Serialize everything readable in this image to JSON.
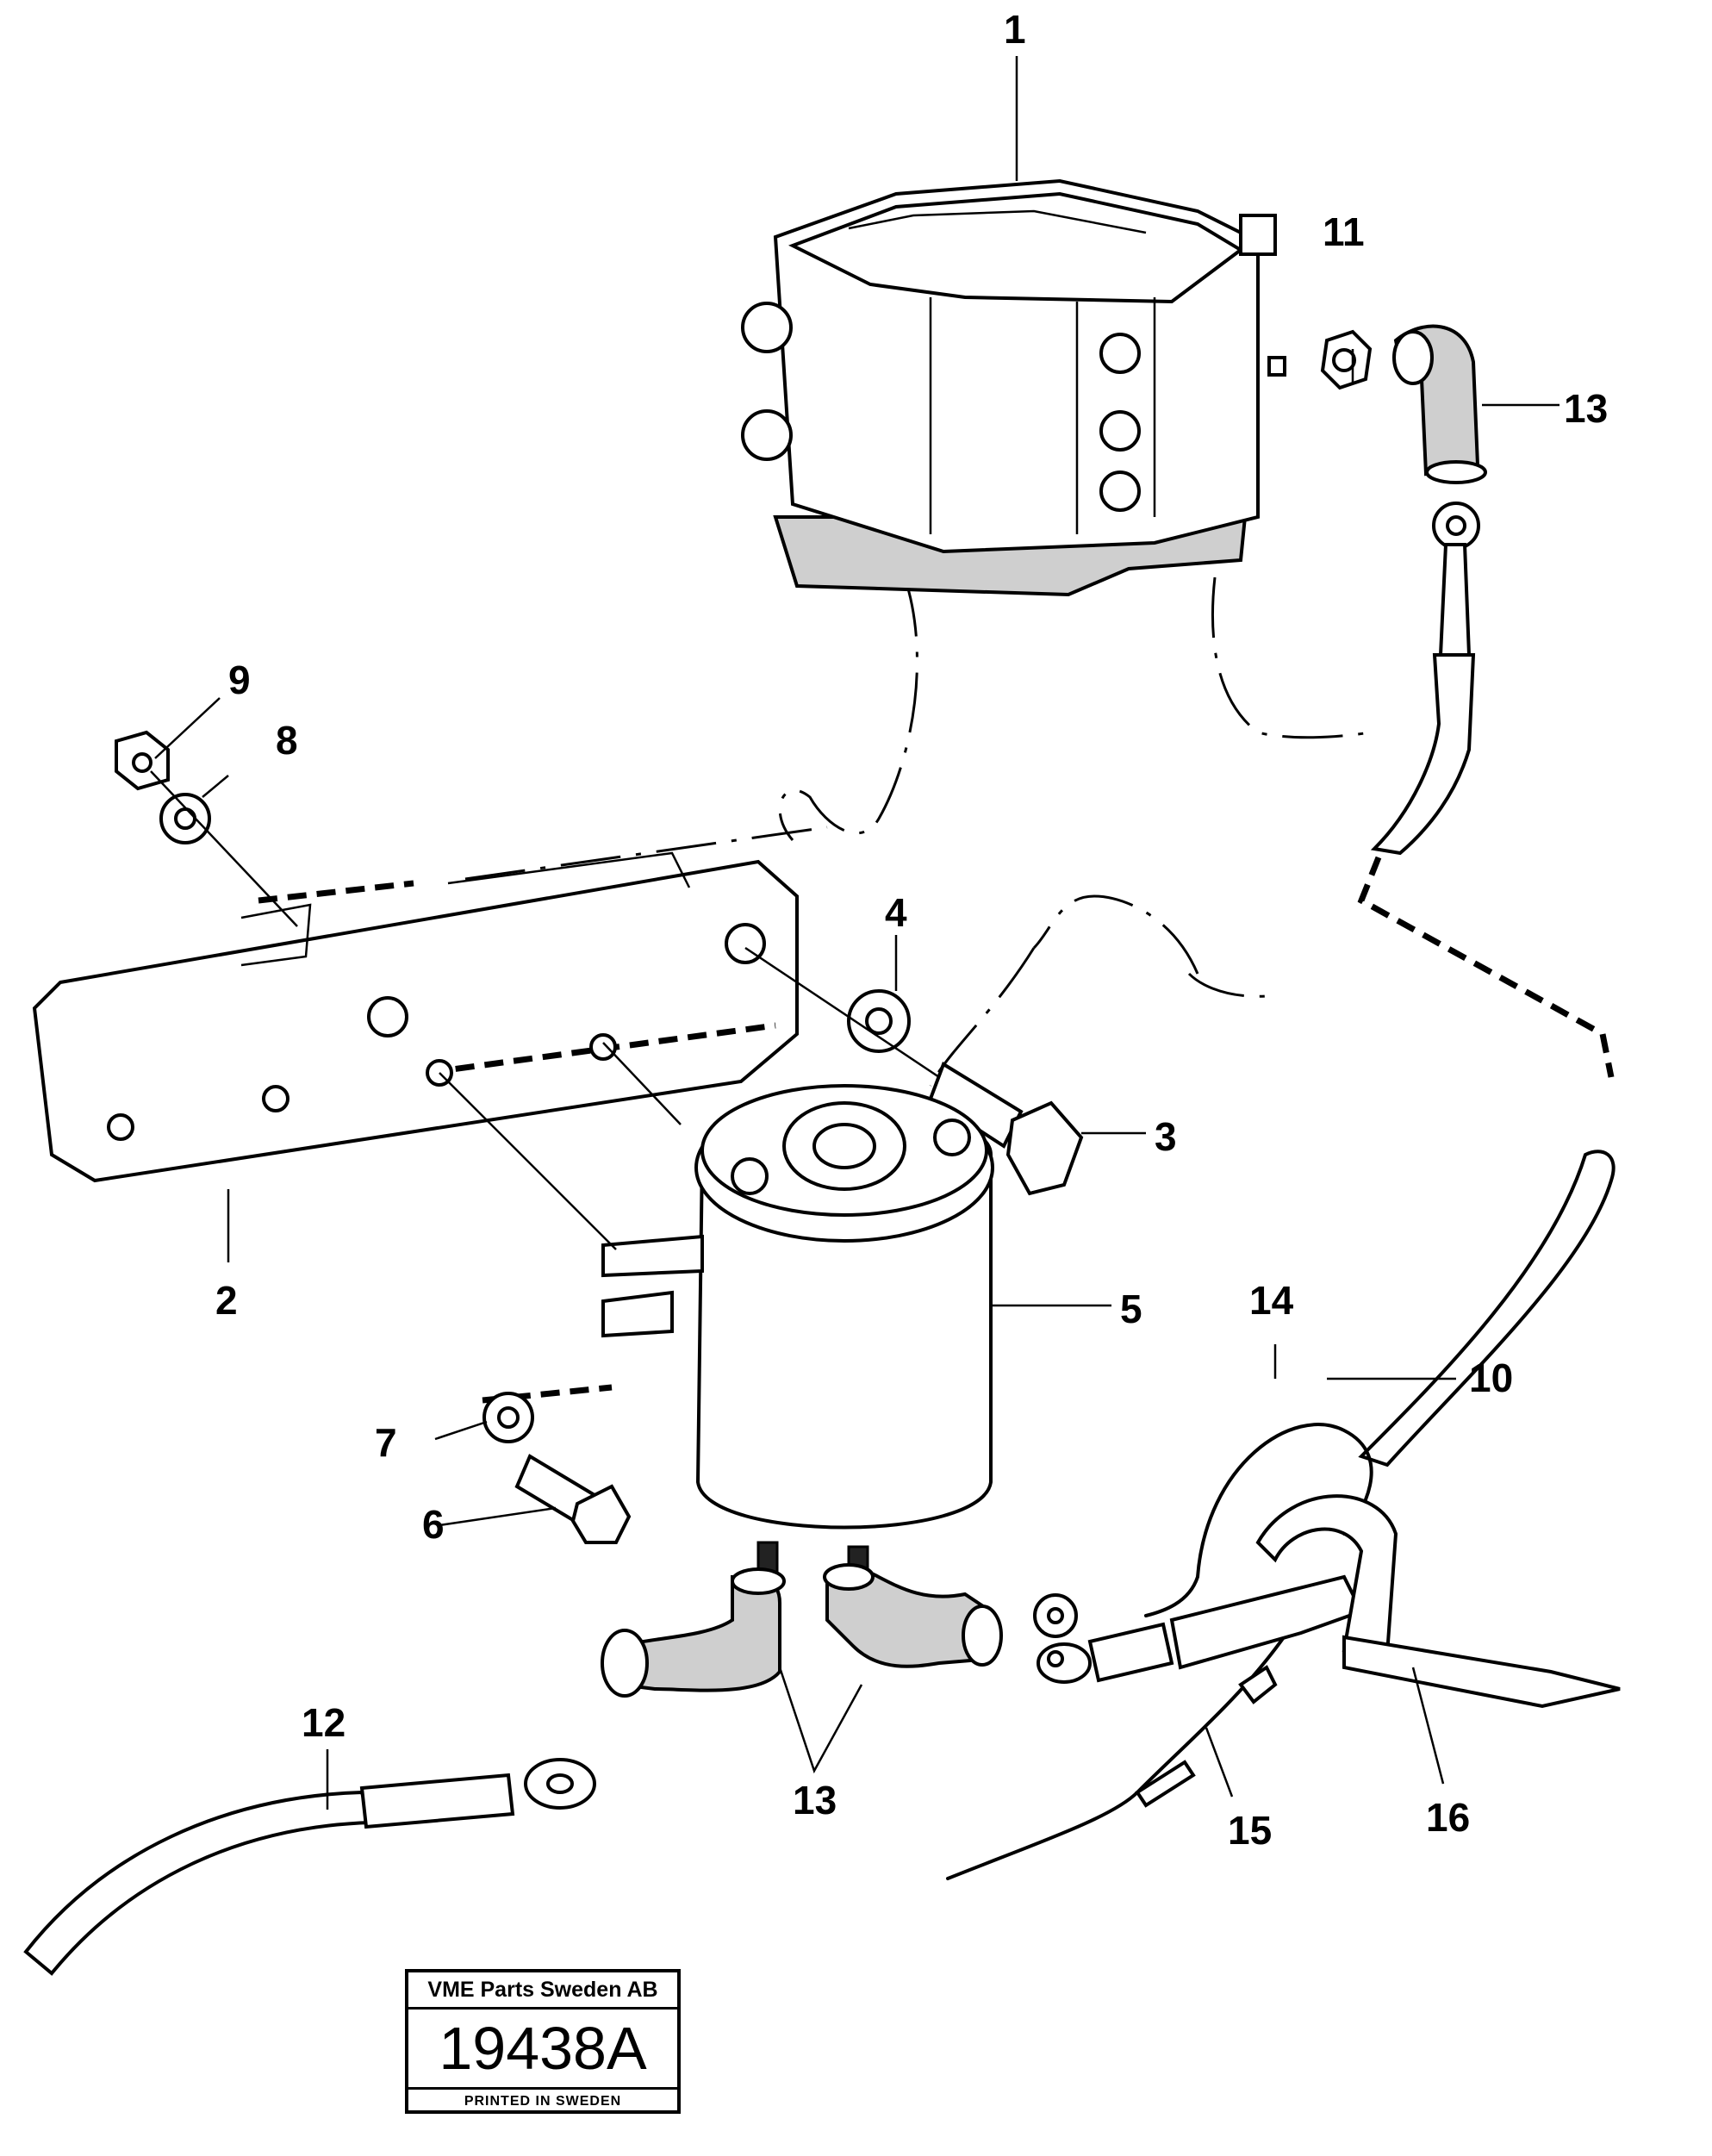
{
  "diagram": {
    "callouts": {
      "c1": "1",
      "c2": "2",
      "c3": "3",
      "c4": "4",
      "c5": "5",
      "c6": "6",
      "c7": "7",
      "c8": "8",
      "c9": "9",
      "c10": "10",
      "c11": "11",
      "c12": "12",
      "c13a": "13",
      "c13b": "13",
      "c14": "14",
      "c15": "15",
      "c16": "16"
    }
  },
  "stamp": {
    "company": "VME Parts Sweden AB",
    "number": "19438A",
    "printed": "PRINTED IN SWEDEN"
  }
}
